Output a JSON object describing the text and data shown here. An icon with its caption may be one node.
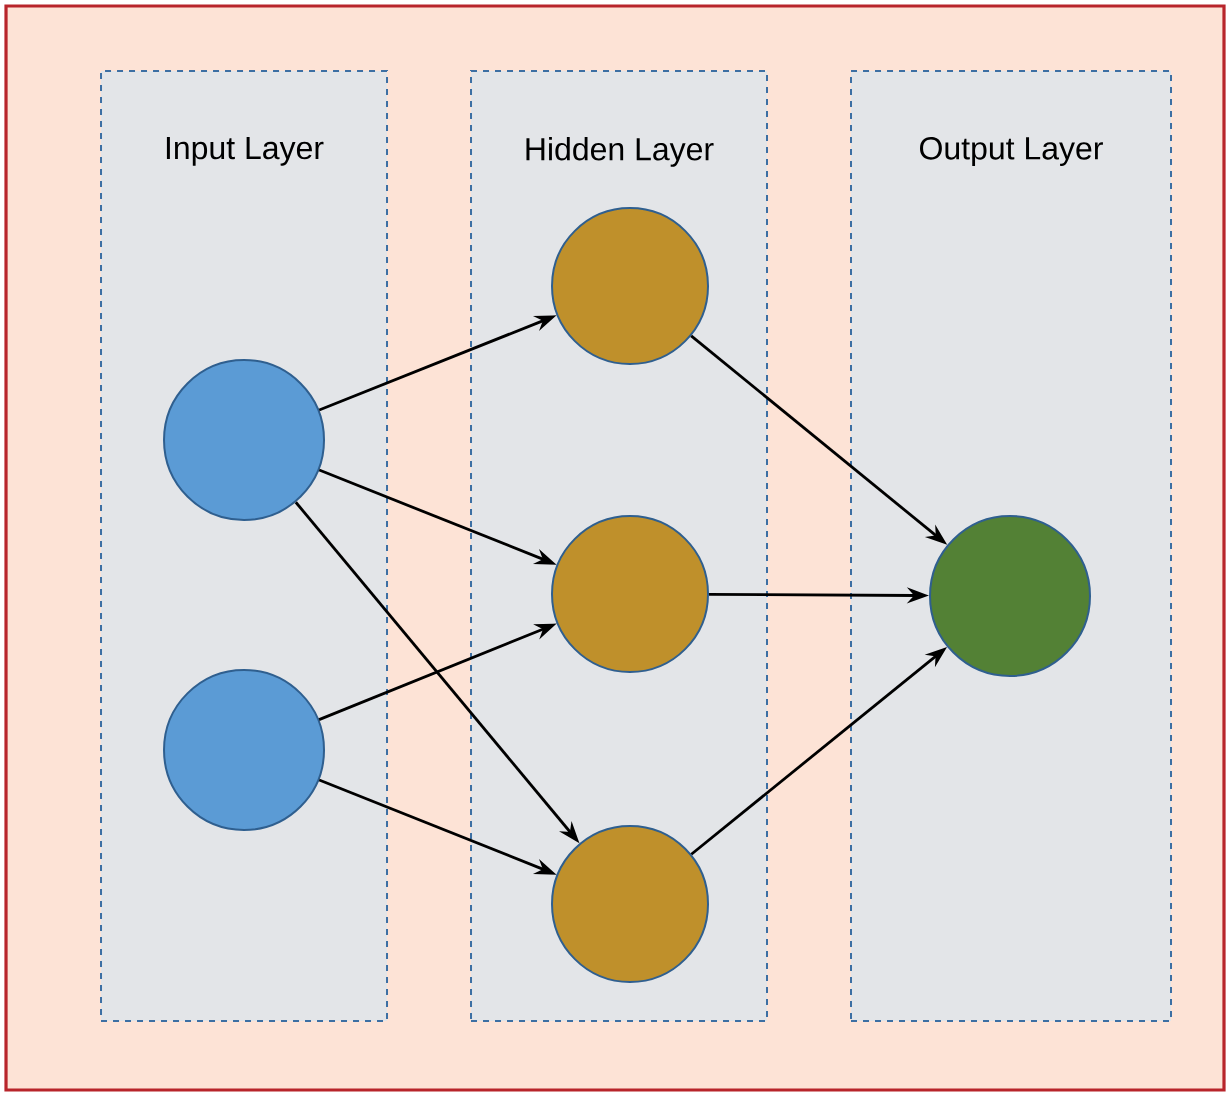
{
  "diagram": {
    "nodes": [
      {
        "text": [
          "Input Layer"
        ]
      },
      {
        "text": [
          "Hidden Layer"
        ]
      },
      {
        "text": [
          "Output Layer"
        ]
      },
      {
        "text": [],
        "shape": "circle",
        "in": 0
      },
      {
        "text": [],
        "shape": "circle",
        "in": 0
      },
      {
        "text": [],
        "shape": "circle",
        "in": 1
      },
      {
        "text": [],
        "shape": "circle",
        "in": 1
      },
      {
        "text": [],
        "shape": "circle",
        "in": 1
      },
      {
        "text": [],
        "shape": "circle",
        "in": 2
      }
    ],
    "edges": [
      {
        "from": 3,
        "to": 5,
        "arrow": "to"
      },
      {
        "from": 3,
        "to": 6,
        "arrow": "to"
      },
      {
        "from": 3,
        "to": 7,
        "arrow": "to"
      },
      {
        "from": 4,
        "to": 6,
        "arrow": "to"
      },
      {
        "from": 4,
        "to": 7,
        "arrow": "to"
      },
      {
        "from": 5,
        "to": 8,
        "arrow": "to"
      },
      {
        "from": 6,
        "to": 8,
        "arrow": "to"
      },
      {
        "from": 7,
        "to": 8,
        "arrow": "to"
      }
    ]
  }
}
